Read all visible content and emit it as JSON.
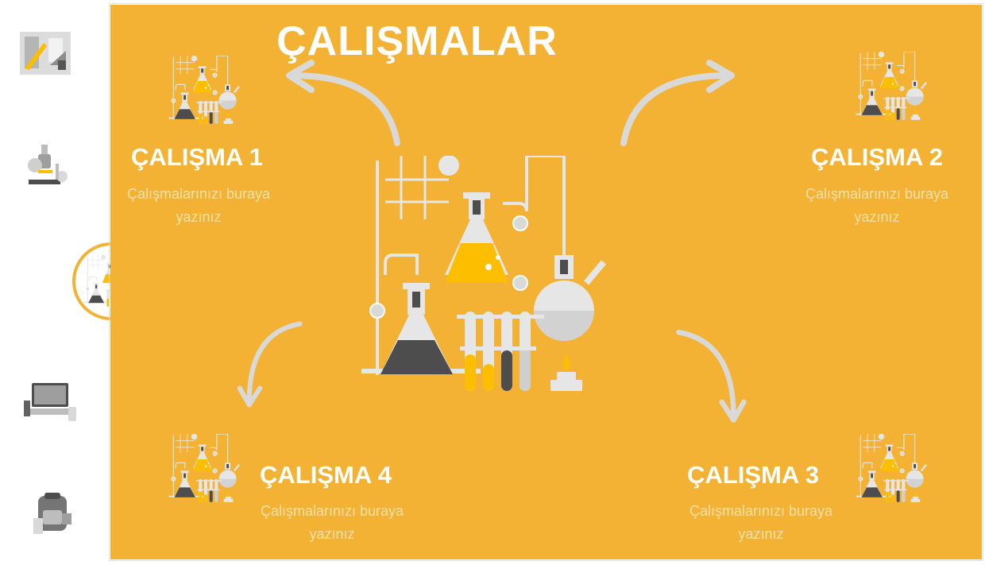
{
  "slide": {
    "title": "ÇALIŞMALAR",
    "items": [
      {
        "label": "ÇALIŞMA 1",
        "desc_line1": "Çalışmalarınızı buraya",
        "desc_line2": "yazınız"
      },
      {
        "label": "ÇALIŞMA 2",
        "desc_line1": "Çalışmalarınızı buraya",
        "desc_line2": "yazınız"
      },
      {
        "label": "ÇALIŞMA 3",
        "desc_line1": "Çalışmalarınızı buraya",
        "desc_line2": "yazınız"
      },
      {
        "label": "ÇALIŞMA 4",
        "desc_line1": "Çalışmalarınızı buraya",
        "desc_line2": "yazınız"
      }
    ]
  },
  "sidebar": {
    "thumbnails": [
      {
        "icon": "drafting-tools-icon"
      },
      {
        "icon": "microscope-icon"
      },
      {
        "icon": "lab-equipment-icon",
        "active": true
      },
      {
        "icon": "laptop-icon"
      },
      {
        "icon": "backpack-icon"
      }
    ]
  },
  "colors": {
    "background": "#f3b234",
    "text": "#ffffff",
    "muted_text": "#fbe1a8",
    "arrow": "#d9d9d9",
    "dark": "#4d4d4d",
    "yellow": "#fdbe00"
  }
}
